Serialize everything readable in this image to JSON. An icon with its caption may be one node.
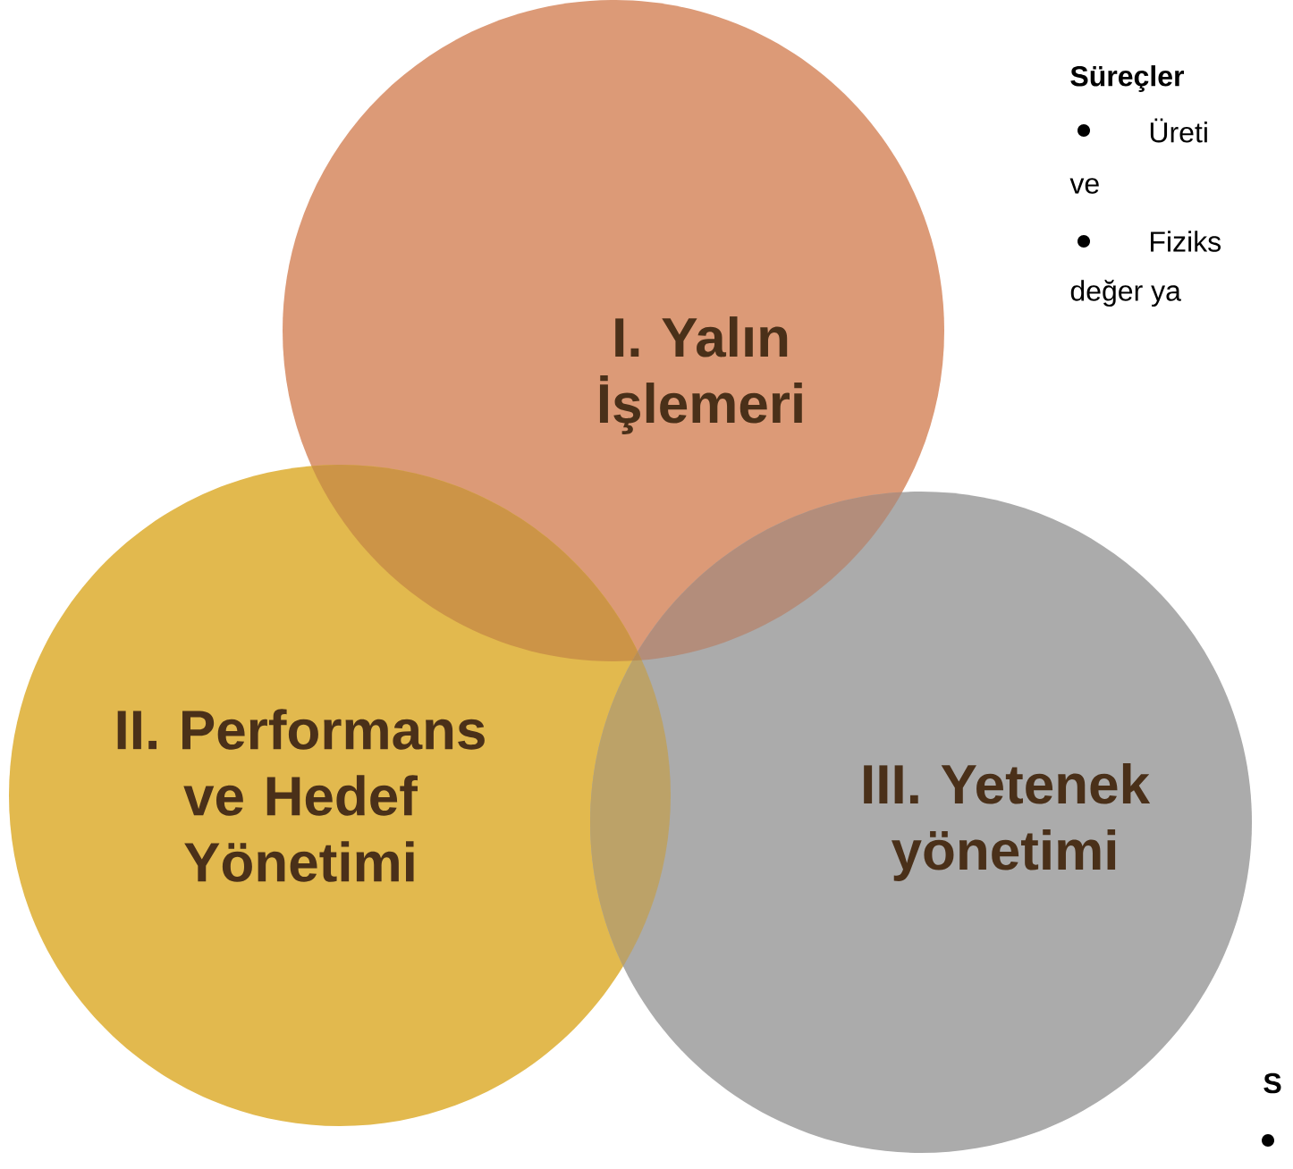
{
  "diagram": {
    "nodes": [
      {
        "text": [
          "I. Yalın İşlemeri"
        ]
      },
      {
        "text": [
          "II. Performans ve Hedef Yönetimi"
        ]
      },
      {
        "text": [
          "III. Yetenek yönetimi"
        ]
      }
    ],
    "labels": [
      "Süreçler",
      "Üreti",
      "ve",
      "Fiziks",
      "değer ya",
      "S"
    ]
  }
}
